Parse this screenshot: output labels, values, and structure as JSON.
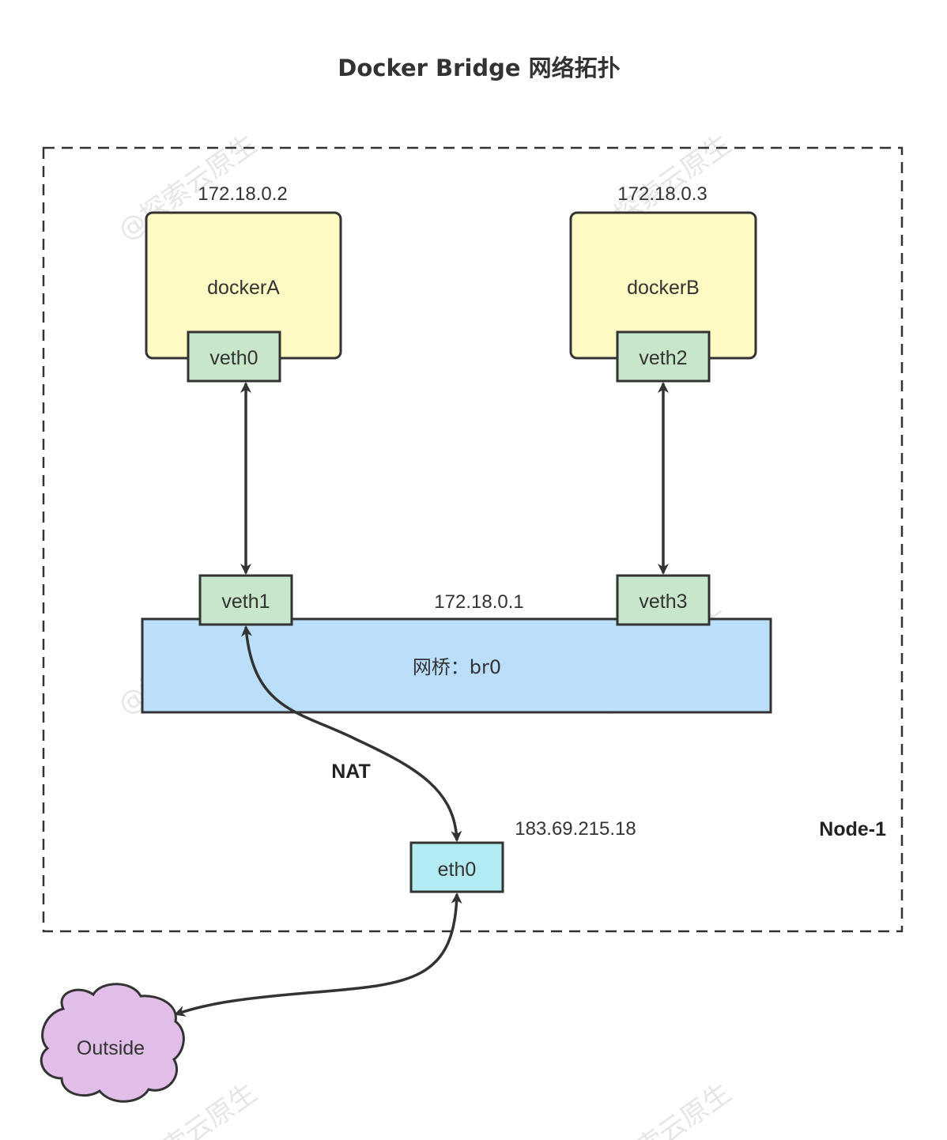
{
  "title": "Docker Bridge 网络拓扑",
  "watermark": "@探索云原生",
  "host": {
    "label": "Node-1"
  },
  "containers": [
    {
      "name": "dockerA",
      "ip": "172.18.0.2",
      "veth": "veth0"
    },
    {
      "name": "dockerB",
      "ip": "172.18.0.3",
      "veth": "veth2"
    }
  ],
  "bridge": {
    "label": "网桥：br0",
    "ip": "172.18.0.1",
    "ports": [
      "veth1",
      "veth3"
    ]
  },
  "external": {
    "nic": "eth0",
    "ip": "183.69.215.18",
    "nat_label": "NAT",
    "cloud": "Outside"
  },
  "colors": {
    "container_fill": "#fff9c4",
    "veth_fill": "#c8e6c9",
    "bridge_fill": "#bbdefb",
    "nic_fill": "#b2ebf2",
    "cloud_fill": "#e1bee7",
    "stroke": "#333333"
  }
}
